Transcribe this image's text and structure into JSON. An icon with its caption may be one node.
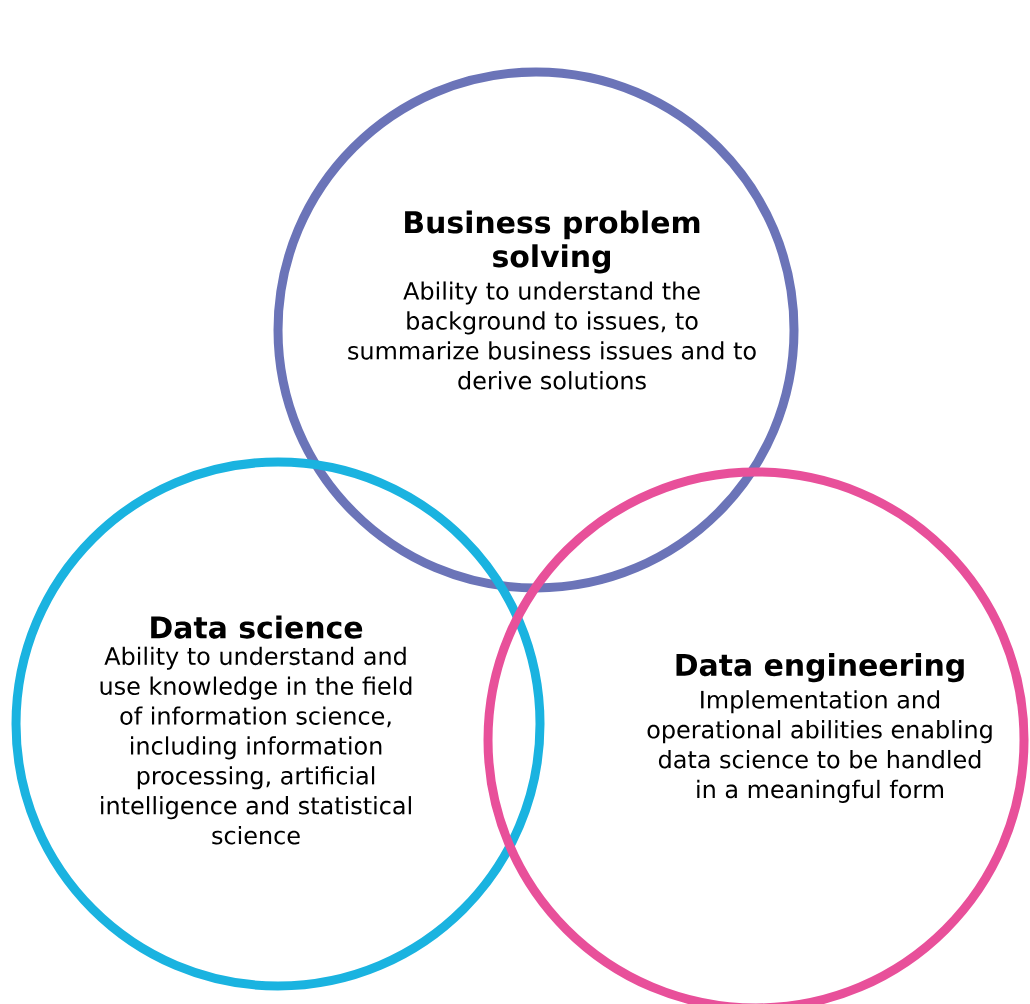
{
  "diagram": {
    "nodes": [
      {
        "text": [
          "Business problem solving",
          "Ability to understand the background to issues, to summarize business issues and to derive solutions"
        ]
      },
      {
        "text": [
          "Data science",
          "Ability to understand and use knowledge in the field of information science, including information processing, artificial intelligence and statistical science"
        ]
      },
      {
        "text": [
          "Data engineering",
          "Implementation and operational abilities enabling data science to be handled in a meaningful form"
        ]
      }
    ]
  }
}
